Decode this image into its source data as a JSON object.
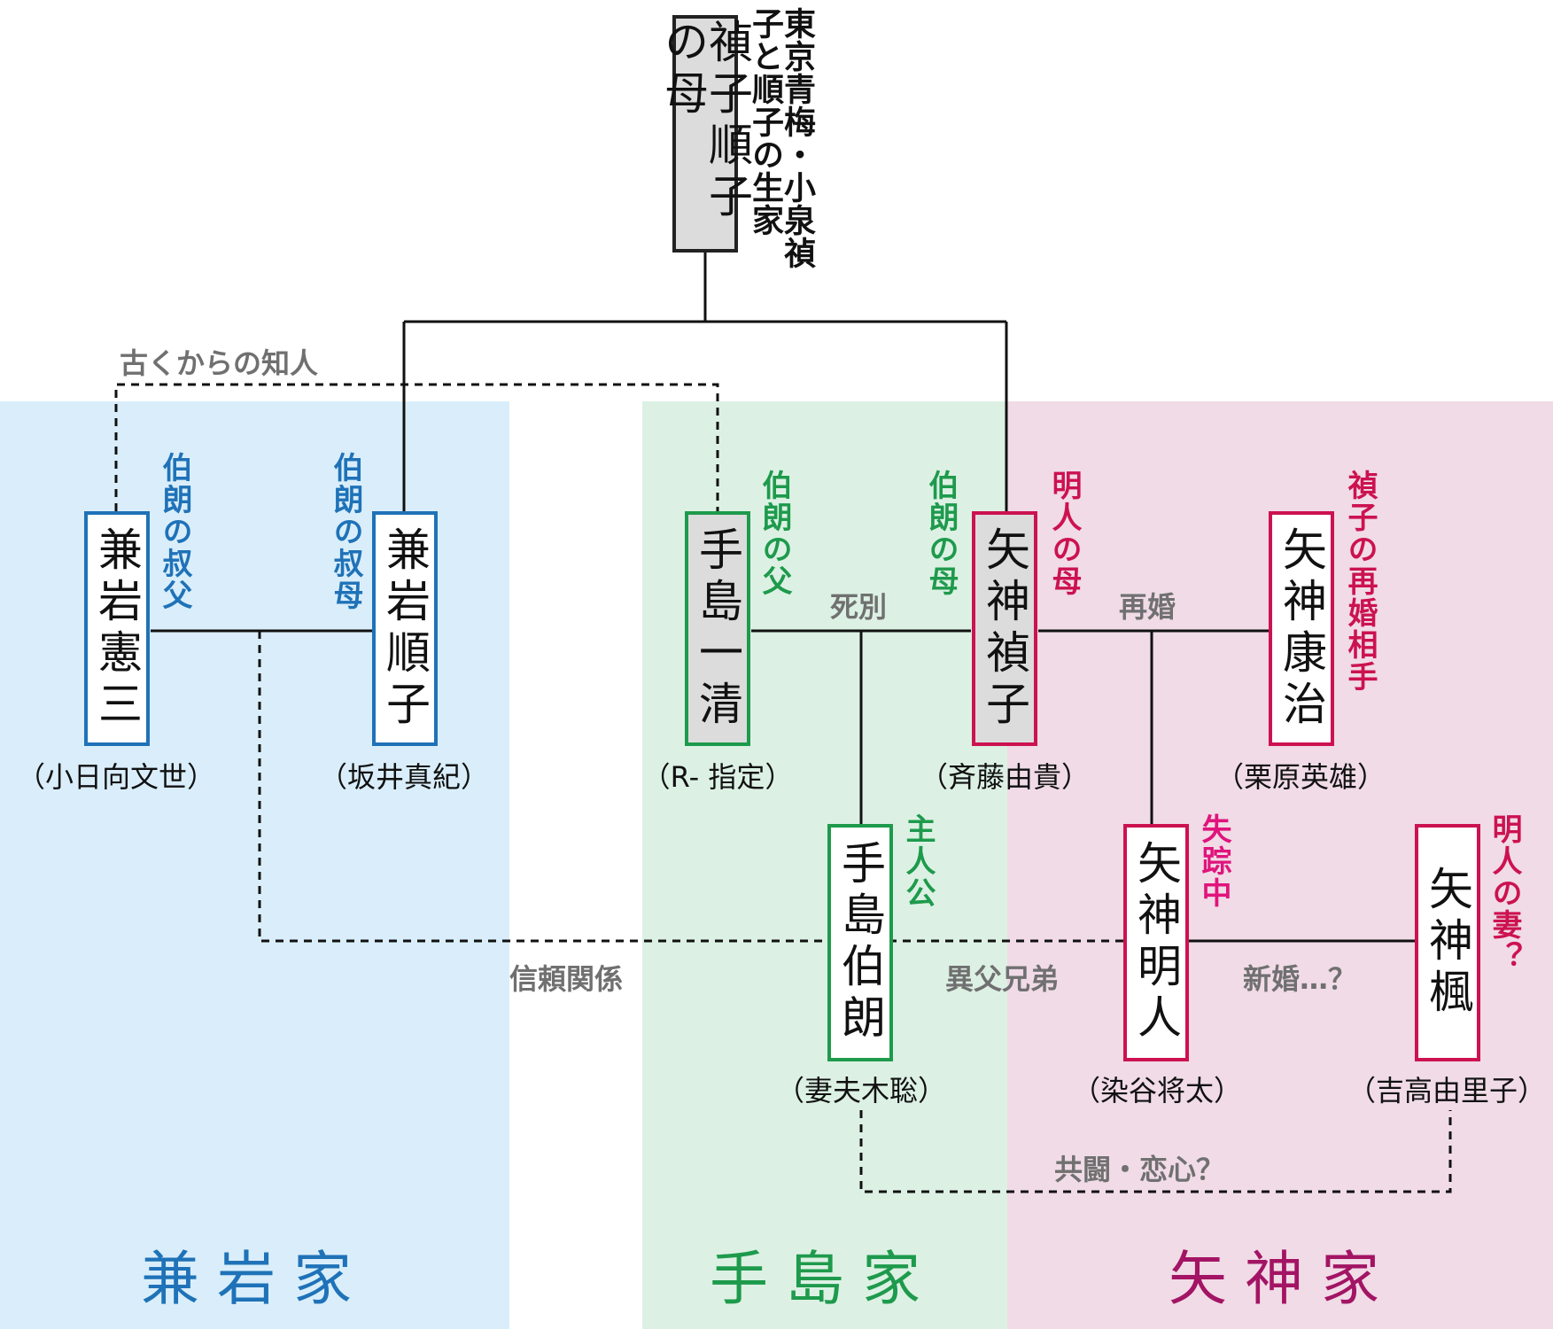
{
  "colors": {
    "kaneiwa": "#1f72b8",
    "tejima": "#1e9a4c",
    "yagami": "#cc1250",
    "relation_label": "#707070",
    "zone_kaneiwa_bg": "#d9eefa",
    "zone_tejima_bg": "#dcf1e4",
    "zone_yagami_bg": "#f0dbe6"
  },
  "root": {
    "name": "禎子順子の母",
    "note": "東京青梅・小泉禎子と順子の生家"
  },
  "people": {
    "kaneiwa_kenzo": {
      "name": "兼岩憲三",
      "role": "伯朗の叔父",
      "actor": "（小日向文世）"
    },
    "kaneiwa_junko": {
      "name": "兼岩順子",
      "role": "伯朗の叔母",
      "actor": "（坂井真紀）"
    },
    "tejima_kazukiyo": {
      "name": "手島一清",
      "role": "伯朗の父",
      "actor": "（R- 指定）"
    },
    "yagami_teiko": {
      "name": "矢神禎子",
      "role1": "伯朗の母",
      "role2": "明人の母",
      "actor": "（斉藤由貴）"
    },
    "yagami_yasuharu": {
      "name": "矢神康治",
      "role": "禎子の再婚相手",
      "actor": "（栗原英雄）"
    },
    "tejima_hakuro": {
      "name": "手島伯朗",
      "role": "主人公",
      "actor": "（妻夫木聡）"
    },
    "yagami_akito": {
      "name": "矢神明人",
      "role": "失踪中",
      "actor": "（染谷将太）"
    },
    "yagami_kaede": {
      "name": "矢神楓",
      "role": "明人の妻？",
      "actor": "（吉高由里子）"
    }
  },
  "relations": {
    "old_acquaintance": "古くからの知人",
    "death_separation": "死別",
    "remarriage": "再婚",
    "trust": "信頼関係",
    "half_brothers": "異父兄弟",
    "newlywed": "新婚…？",
    "joint_struggle": "共闘・恋心？"
  },
  "families": {
    "kaneiwa": "兼岩家",
    "tejima": "手島家",
    "yagami": "矢神家"
  }
}
